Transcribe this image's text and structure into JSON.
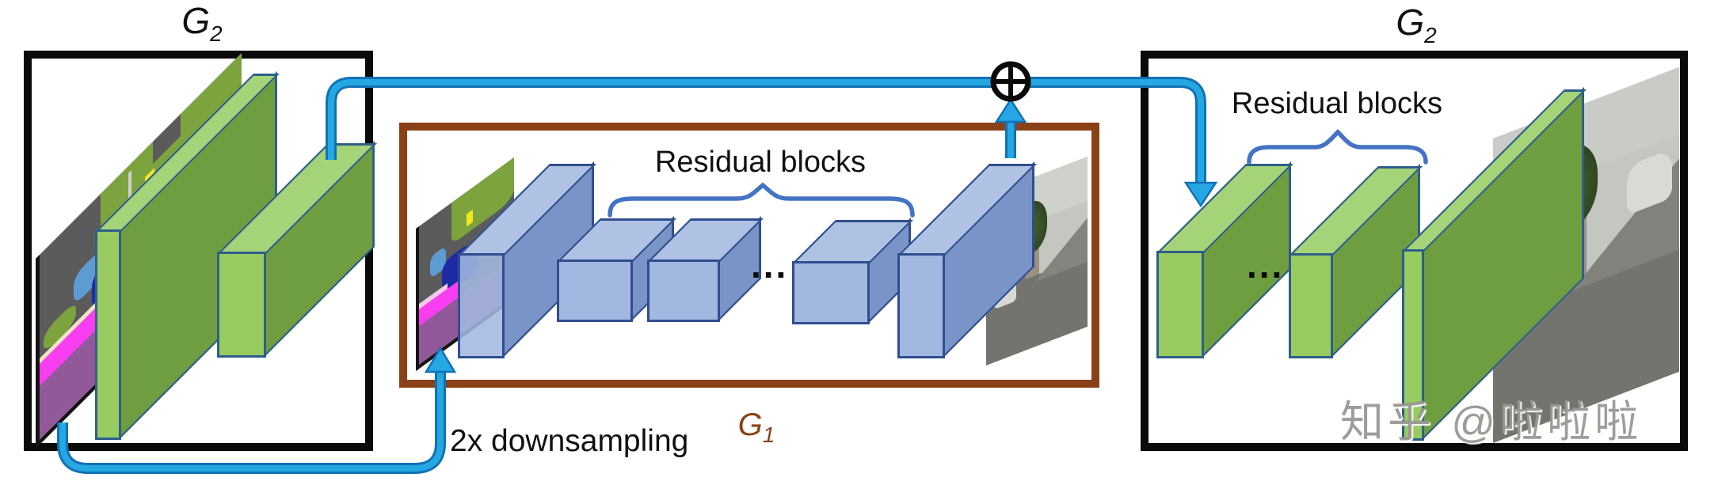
{
  "generators": {
    "g2_left": {
      "letter": "G",
      "subscript": "2"
    },
    "g1": {
      "letter": "G",
      "subscript": "1"
    },
    "g2_right": {
      "letter": "G",
      "subscript": "2"
    }
  },
  "labels": {
    "residual_blocks_middle": "Residual blocks",
    "residual_blocks_right": "Residual blocks",
    "downsampling": "2x downsampling",
    "ellipsis_middle": "...",
    "ellipsis_right": "..."
  },
  "icons": {
    "sum_operator": "circle-plus-icon",
    "sum_operator_glyph": "⊕",
    "skip_connection": "elbow-arrow-icon",
    "downsample_feedback": "elbow-arrow-icon",
    "residual_brace": "curly-brace-icon"
  },
  "watermark": {
    "text": "知乎 @啦啦啦"
  },
  "colors": {
    "box_black": "#0a0a0a",
    "box_brown": "#8a4117",
    "g1_label": "#8a4117",
    "arrow_cyan": "#24a7e2",
    "arrow_outline": "#1271b5",
    "brace_blue": "#4573c4",
    "green_block_front": "#98cb60",
    "green_block_side": "#6e9e3f",
    "green_block_top": "#a5d377",
    "green_block_outline": "#2e5f8a",
    "blue_block_front": "#a3b8e0",
    "blue_block_side": "#7b94c8",
    "blue_block_top": "#afc2e4",
    "blue_block_outline": "#2f4e8f",
    "segmap_gray": "#5b5b5b",
    "segmap_olive": "#7da33f",
    "segmap_blue": "#1d2ca5",
    "segmap_magenta": "#f83ef0",
    "segmap_purple": "#91599a",
    "segmap_sky": "#5d9bd3",
    "segmap_yellow": "#f2e71f"
  }
}
